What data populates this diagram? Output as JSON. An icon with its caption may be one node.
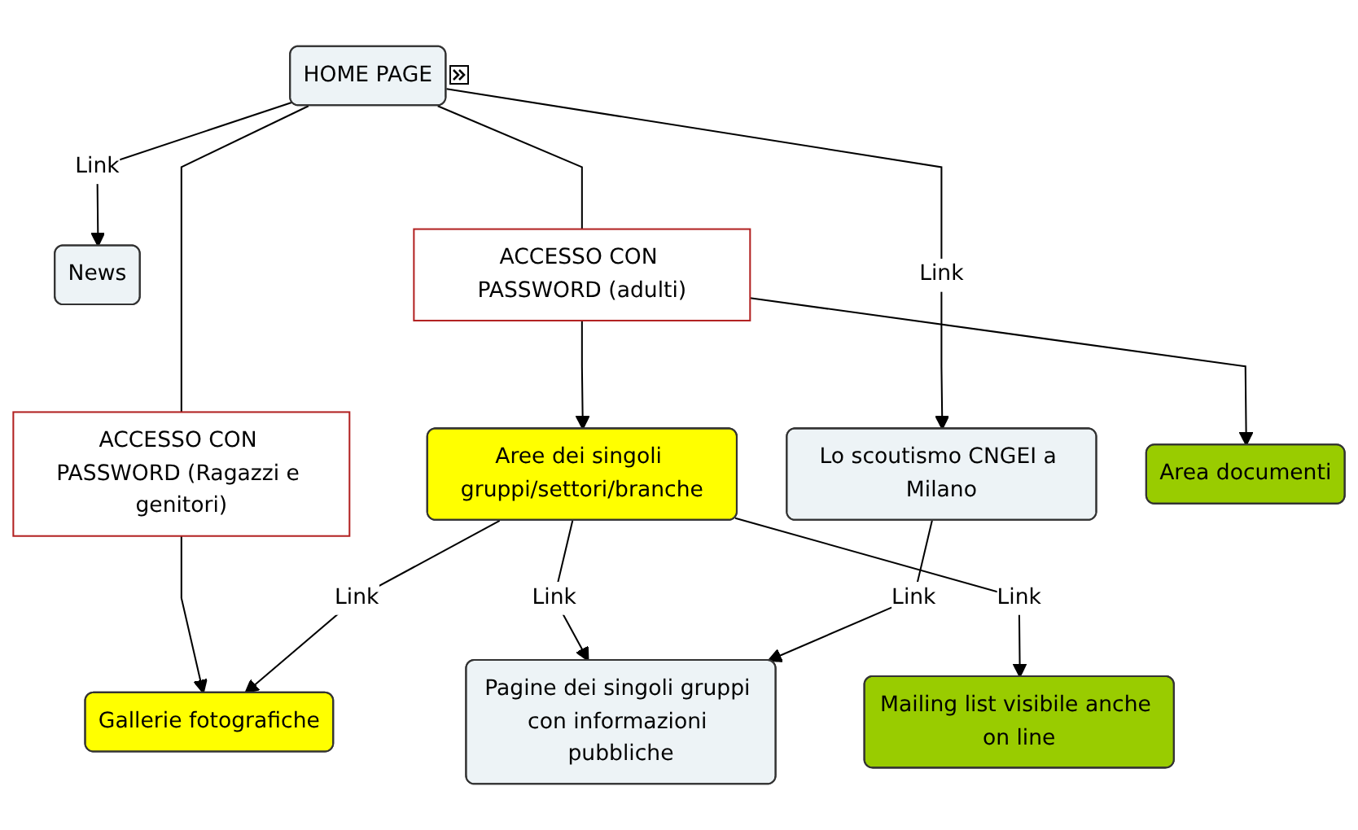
{
  "diagram": {
    "nodes": [
      {
        "text": [
          "HOME PAGE"
        ]
      },
      {
        "text": [
          "News"
        ]
      },
      {
        "text": [
          "ACCESSO CON PASSWORD (adulti)"
        ]
      },
      {
        "text": [
          "ACCESSO CON PASSWORD (Ragazzi e genitori)"
        ]
      },
      {
        "text": [
          "Lo scoutismo CNGEI a Milano"
        ]
      },
      {
        "text": [
          "Gallerie fotografiche"
        ]
      },
      {
        "text": [
          "Aree dei singoli gruppi/settori/branche"
        ]
      },
      {
        "text": [
          "Area documenti"
        ]
      },
      {
        "text": [
          "Pagine dei singoli gruppi con informazioni pubbliche"
        ]
      },
      {
        "text": [
          "Mailing list visibile anche on line"
        ]
      }
    ],
    "edges": [
      {
        "from": 0,
        "to": 1,
        "arrow": "to",
        "label": "Link"
      },
      {
        "from": 0,
        "to": 2,
        "arrow": "none"
      },
      {
        "from": 0,
        "to": 3,
        "arrow": "none"
      },
      {
        "from": 0,
        "to": 4,
        "arrow": "to",
        "label": "Link"
      },
      {
        "from": 3,
        "to": 5,
        "arrow": "to"
      },
      {
        "from": 2,
        "to": 7,
        "arrow": "to"
      },
      {
        "from": 2,
        "to": 6,
        "arrow": "to"
      },
      {
        "from": 6,
        "to": 5,
        "arrow": "to",
        "label": "Link"
      },
      {
        "from": 6,
        "to": 8,
        "arrow": "to",
        "label": "Link"
      },
      {
        "from": 6,
        "to": 9,
        "arrow": "to",
        "label": "Link"
      },
      {
        "from": 4,
        "to": 8,
        "arrow": "to",
        "label": "Link"
      }
    ]
  }
}
